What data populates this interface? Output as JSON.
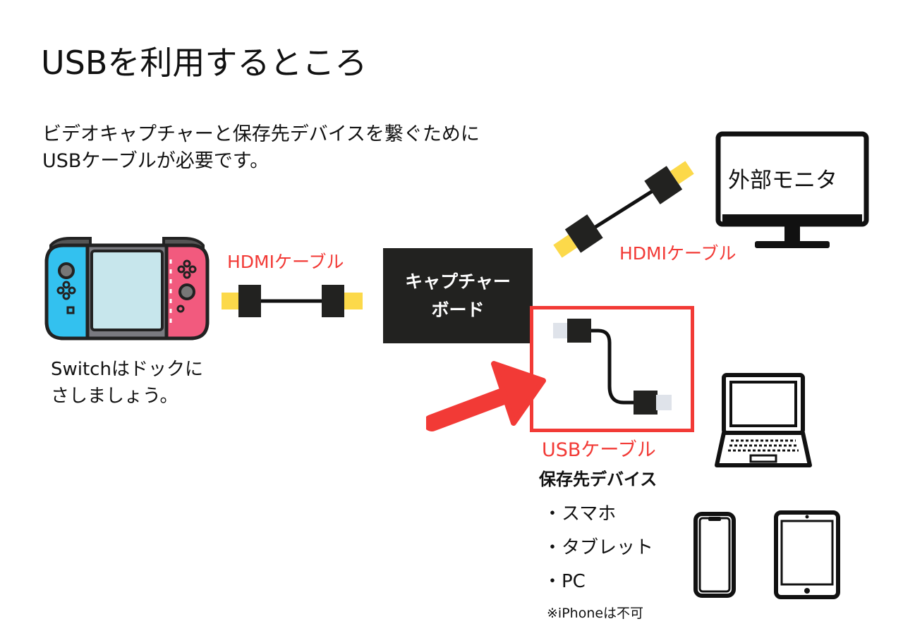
{
  "title": "USBを利用するところ",
  "description": {
    "line1": "ビデオキャプチャーと保存先デバイスを繋ぐために",
    "line2": "USBケーブルが必要です。"
  },
  "labels": {
    "hdmi_cable_left": "HDMIケーブル",
    "hdmi_cable_right": "HDMIケーブル",
    "usb_cable": "USBケーブル",
    "capture_board_line1": "キャプチャー",
    "capture_board_line2": "ボード",
    "external_monitor": "外部モニタ"
  },
  "switch_note": {
    "line1": "Switchはドックに",
    "line2": "さしましょう。"
  },
  "storage_devices": {
    "heading": "保存先デバイス",
    "items": [
      "・スマホ",
      "・タブレット",
      "・PC"
    ],
    "note": "※iPhoneは不可"
  },
  "colors": {
    "accent_red": "#f23a36",
    "hdmi_plug_yellow": "#fcd94a",
    "usb_plug_gray": "#dfe3ea",
    "dark": "#222220",
    "joycon_blue": "#33c1ef",
    "joycon_red": "#f25a7e",
    "screen_light_blue": "#c7e6ec"
  },
  "icons": [
    "nintendo-switch-icon",
    "hdmi-cable-icon",
    "usb-cable-icon",
    "monitor-icon",
    "laptop-icon",
    "smartphone-icon",
    "tablet-icon",
    "arrow-icon"
  ]
}
